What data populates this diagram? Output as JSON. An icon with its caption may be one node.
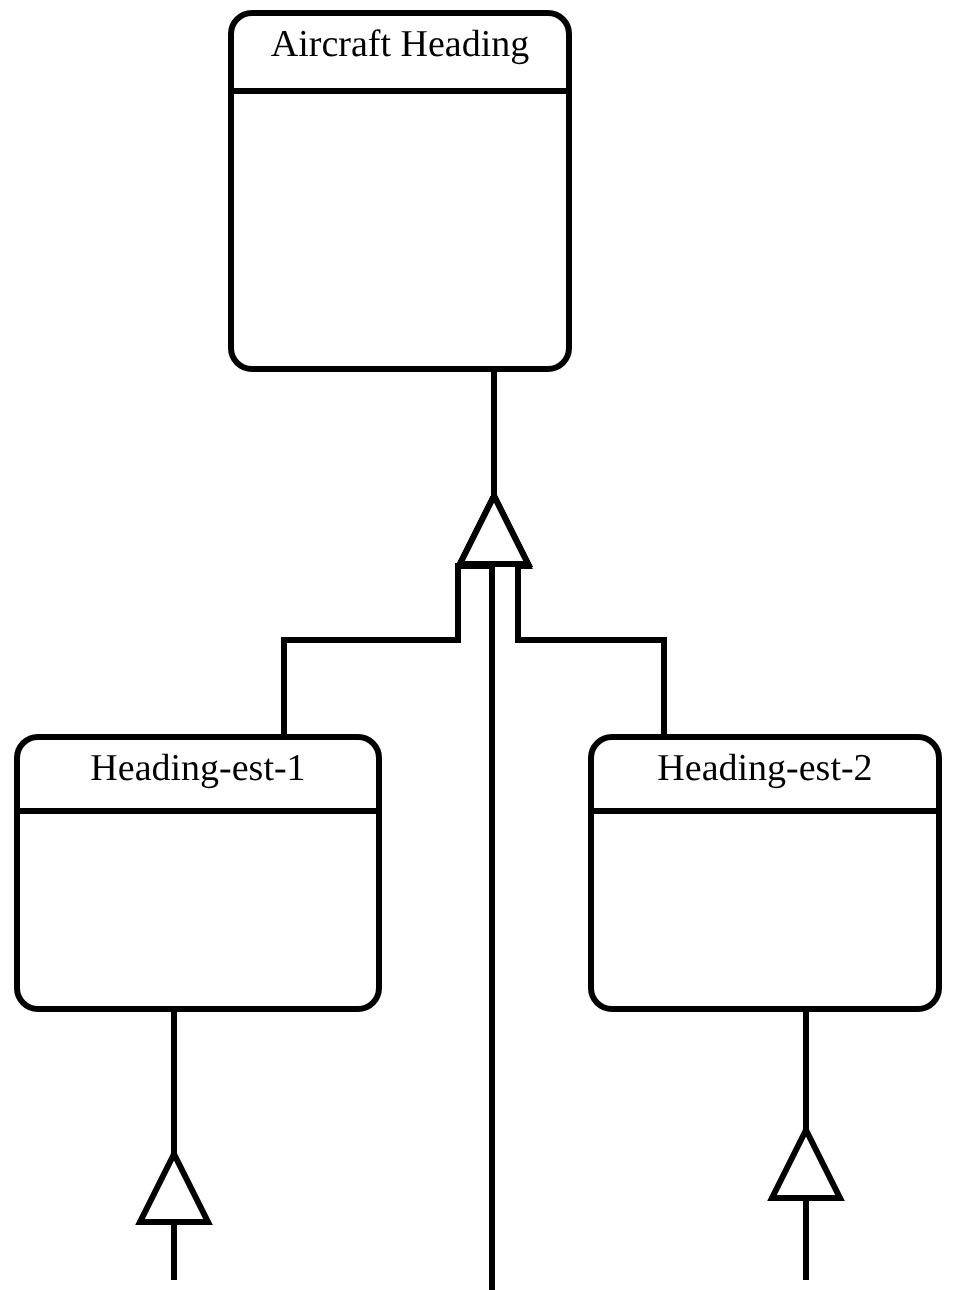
{
  "diagram": {
    "nodes": [
      {
        "text": [
          "Aircraft Heading"
        ]
      },
      {
        "text": [
          "Heading-est-1"
        ]
      },
      {
        "text": [
          "Heading-est-2"
        ]
      }
    ],
    "edges": [
      {
        "from": 1,
        "to": 0,
        "arrow": "to"
      },
      {
        "from": null,
        "to": 0,
        "arrow": "to"
      },
      {
        "from": 2,
        "to": 0,
        "arrow": "to"
      },
      {
        "from": null,
        "to": 1,
        "arrow": "to"
      },
      {
        "from": null,
        "to": 2,
        "arrow": "to"
      }
    ]
  }
}
